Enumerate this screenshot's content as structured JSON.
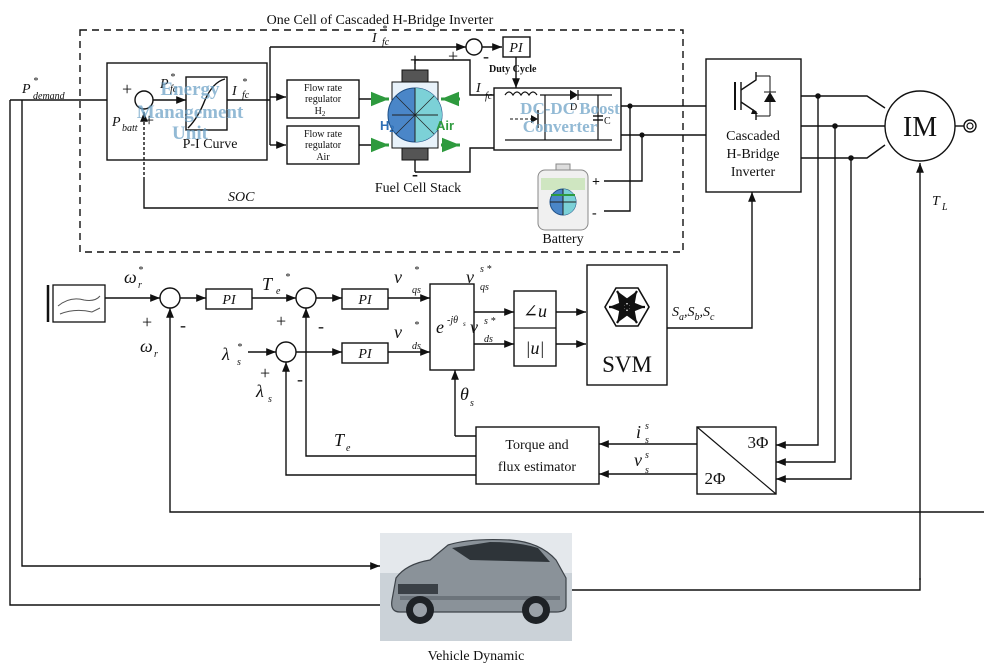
{
  "colors": {
    "line": "#111111",
    "cell_blue": "#2f6fb5",
    "cell_green": "#2e9a3e",
    "watermark": "#6fa3c7"
  },
  "icons": [
    "igbt-switch-icon",
    "svm-hexagon-icon",
    "fuel-cell-stack-icon",
    "battery-icon",
    "car-image",
    "pedal-icon",
    "dc-dc-converter-circuit-icon"
  ],
  "outer_title": "One Cell of Cascaded H-Bridge Inverter",
  "p_demand": {
    "main": "P",
    "sup": "*",
    "sub": "demand"
  },
  "p_battery": {
    "main": "P",
    "sub": "batt"
  },
  "p_fc": {
    "main": "P",
    "sup": "*",
    "sub": "fc"
  },
  "i_fc_ref": {
    "main": "I",
    "sup": "*",
    "sub": "fc"
  },
  "i_fc": {
    "main": "I",
    "sub": "fc"
  },
  "ems": {
    "label_line1": "Energy",
    "label_line2": "Management",
    "label_line3": "Unit",
    "curve_label": "P-I Curve"
  },
  "flow_h2": {
    "line1": "Flow rate",
    "line2": "regulator",
    "line3": "H",
    "sub": "2"
  },
  "flow_air": {
    "line1": "Flow rate",
    "line2": "regulator",
    "line3": "Air"
  },
  "fuel_cell": {
    "label": "Fuel Cell Stack",
    "h2": "H",
    "h2_sub": "2",
    "air": "Air",
    "plus": "+",
    "minus": "-"
  },
  "pi_label": "PI",
  "duty_cycle": "Duty Cycle",
  "dcdc": {
    "ghost_line1": "DC-DC Boost",
    "ghost_line2": "Converter",
    "c": "C",
    "d": "D"
  },
  "soc": "SOC",
  "battery": {
    "label": "Battery",
    "plus": "+",
    "minus": "-"
  },
  "inverter": {
    "line1": "Cascaded",
    "line2": "H-Bridge",
    "line3": "Inverter"
  },
  "motor": {
    "label": "IM"
  },
  "t_load": {
    "main": "T",
    "sub": "L"
  },
  "omega_ref": {
    "main": "ω",
    "sup": "*",
    "sub": "r"
  },
  "omega": {
    "main": "ω",
    "sub": "r"
  },
  "torque_ref": {
    "main": "T",
    "sup": "*",
    "sub": "e"
  },
  "torque_est": {
    "main": "T",
    "sub": "e"
  },
  "lambda_ref": {
    "main": "λ",
    "sup": "*",
    "sub": "s"
  },
  "lambda_est": {
    "main": "λ",
    "sub": "s"
  },
  "v_qs": {
    "main": "v",
    "sup": "*",
    "sub": "qs"
  },
  "v_ds": {
    "main": "v",
    "sup": "*",
    "sub": "ds"
  },
  "v_qs_s": {
    "main": "v",
    "sup": "s *",
    "sub": "qs"
  },
  "v_ds_s": {
    "main": "v",
    "sup": "s *",
    "sub": "ds"
  },
  "transform": {
    "base": "e",
    "exp": "-jθ",
    "exp_sub": "s"
  },
  "angle_u": "∠u",
  "mag_u": "|u|",
  "svm": "SVM",
  "switch_signals": "S",
  "switch_subs": [
    "a",
    "b",
    "c"
  ],
  "theta": {
    "main": "θ",
    "sub": "s"
  },
  "estimator": {
    "line1": "Torque and",
    "line2": "flux estimator"
  },
  "i_s": {
    "main": "i",
    "sup": "s",
    "sub": "s"
  },
  "v_s": {
    "main": "v",
    "sup": "s",
    "sub": "s"
  },
  "phase_3": "3Φ",
  "phase_2": "2Φ",
  "vehicle_label": "Vehicle Dynamic",
  "plus": "+",
  "minus": "-"
}
